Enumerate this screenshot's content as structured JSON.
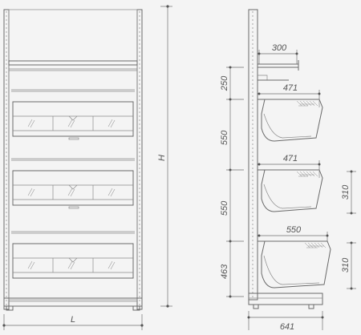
{
  "front_view": {
    "width_label": "L",
    "height_label": "H"
  },
  "side_view": {
    "top_shelf_depth": "300",
    "basket_depths": [
      "471",
      "471",
      "550"
    ],
    "vertical_spacings": [
      "250",
      "550",
      "550",
      "463"
    ],
    "basket_heights": [
      "310",
      "310"
    ],
    "total_depth": "641"
  }
}
